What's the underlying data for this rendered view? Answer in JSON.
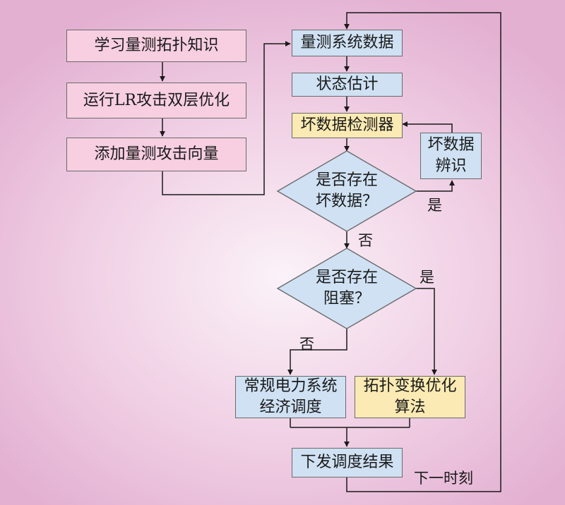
{
  "nodes": {
    "learn_topology": "学习量测拓扑知识",
    "run_lr_attack": "运行LR攻击双层优化",
    "add_attack_vector": "添加量测攻击向量",
    "measurement_data": "量测系统数据",
    "state_estimation": "状态估计",
    "bad_data_detector": "坏数据检测器",
    "bad_data_identification": "坏数据\n辨识",
    "bad_data_question": "是否存在\n坏数据？",
    "congestion_question": "是否存在\n阻塞？",
    "normal_dispatch": "常规电力系统\n经济调度",
    "topology_optimization": "拓扑变换优化\n算法",
    "issue_dispatch": "下发调度结果"
  },
  "labels": {
    "yes_bad_data": "是",
    "no_bad_data": "否",
    "yes_congestion": "是",
    "no_congestion": "否",
    "next_moment": "下一时刻"
  },
  "colors": {
    "attack_boxes": "#f7cfe0",
    "process_boxes": "#cfe1f3",
    "highlight_boxes": "#fbeab3",
    "line": "#1a1a1a"
  }
}
